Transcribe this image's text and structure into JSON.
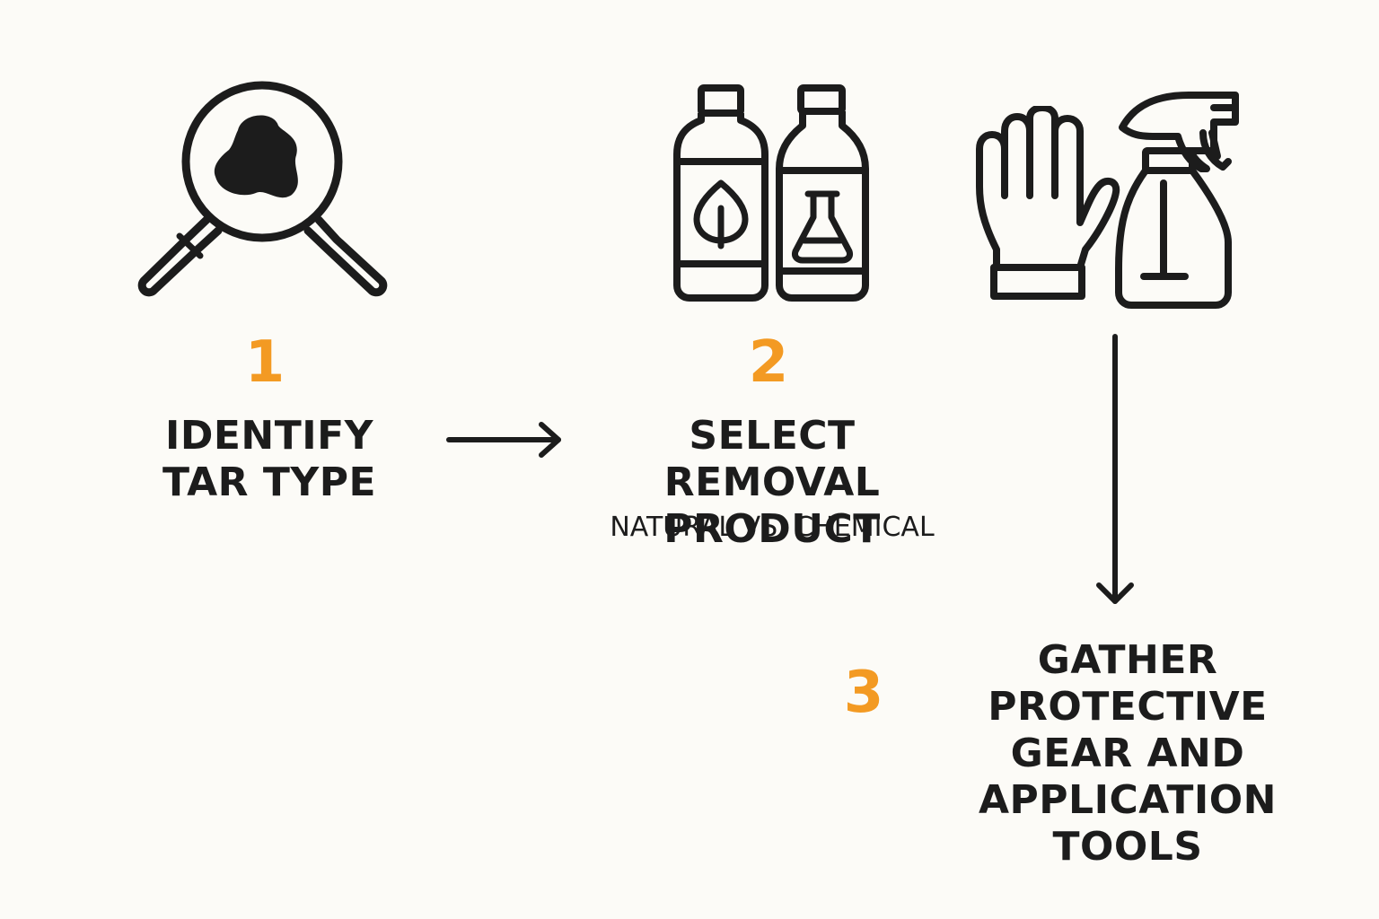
{
  "accent_color": "#f39a23",
  "ink_color": "#1c1c1c",
  "background_color": "#fcfbf7",
  "steps": [
    {
      "number": "1",
      "title": "IDENTIFY\nTAR TYPE",
      "subtitle": "",
      "icons": [
        "magnifying-glass-icon",
        "tar-blob-icon"
      ]
    },
    {
      "number": "2",
      "title": "SELECT REMOVAL\nPRODUCT",
      "subtitle": "NATURAL VS. CHEMICAL",
      "icons": [
        "natural-bottle-icon",
        "leaf-icon",
        "chemical-bottle-icon",
        "flask-icon"
      ]
    },
    {
      "number": "3",
      "title": "GATHER\nPROTECTIVE\nGEAR AND\nAPPLICATION\nTOOLS",
      "subtitle": "",
      "icons": [
        "glove-icon",
        "spray-bottle-icon"
      ]
    }
  ],
  "connectors": [
    "arrow-right-icon",
    "arrow-down-icon"
  ]
}
